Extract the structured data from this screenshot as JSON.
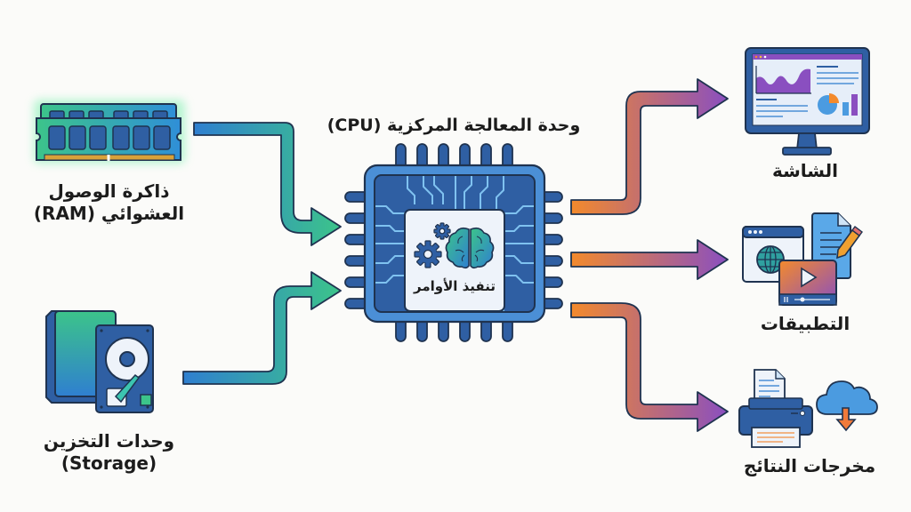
{
  "title": "وحدة المعالجة المركزية (CPU)",
  "cpu": {
    "center_label": "تنفيذ الأوامر",
    "icons": [
      "gears-icon",
      "brain-icon"
    ]
  },
  "inputs": [
    {
      "id": "ram",
      "line1": "ذاكرة الوصول",
      "line2": "العشوائي (RAM)",
      "icon": "ram-icon"
    },
    {
      "id": "storage",
      "line1": "وحدات التخزين",
      "line2": "(Storage)",
      "icon": "storage-icon"
    }
  ],
  "outputs": [
    {
      "id": "screen",
      "label": "الشاشة",
      "icon": "monitor-icon"
    },
    {
      "id": "apps",
      "label": "التطبيقات",
      "icon": "apps-icon"
    },
    {
      "id": "results",
      "label": "مخرجات النتائج",
      "icon": "printer-cloud-icon"
    }
  ],
  "colors": {
    "background": "#fbfbf9",
    "chip_dark": "#2f5fa3",
    "chip_light": "#4b8fd6",
    "outline": "#1f3350",
    "input_arrow_start": "#2f7fd0",
    "input_arrow_end": "#3cc48a",
    "output_arrow_start": "#f38a2c",
    "output_arrow_end": "#8a4fc0"
  }
}
